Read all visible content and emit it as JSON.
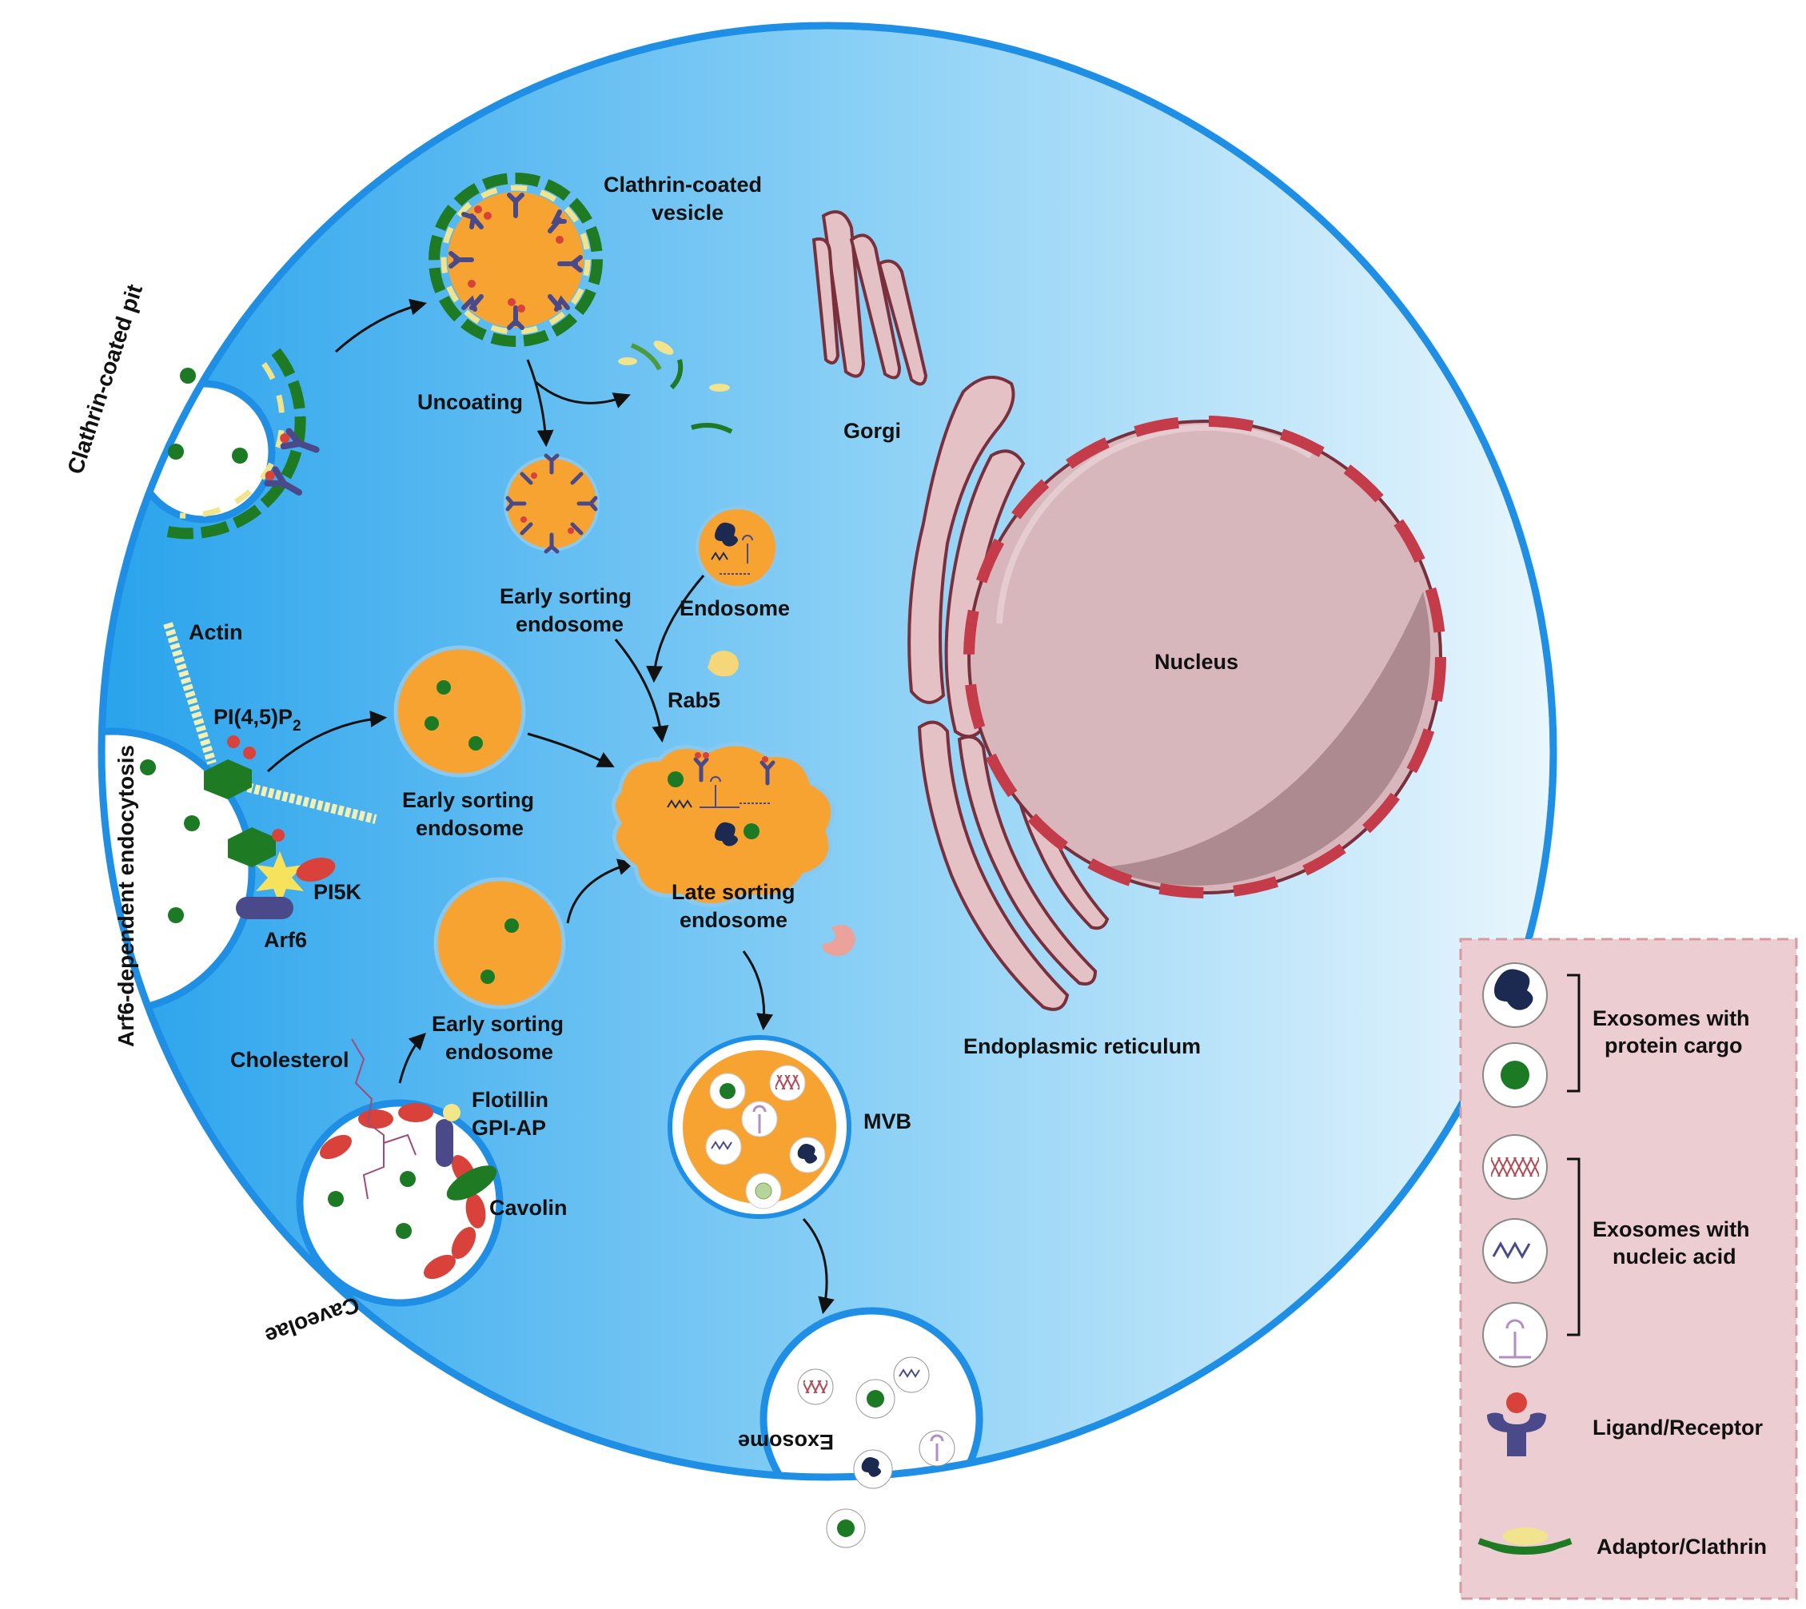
{
  "labels": {
    "clathrin_coated_pit": "Clathrin-coated pit",
    "clathrin_coated_vesicle_line1": "Clathrin-coated",
    "clathrin_coated_vesicle_line2": "vesicle",
    "uncoating": "Uncoating",
    "gorgi": "Gorgi",
    "early_sorting_endosome_line1": "Early sorting",
    "early_sorting_endosome_line2": "endosome",
    "endosome": "Endosome",
    "rab5": "Rab5",
    "actin": "Actin",
    "pi45p2": "PI(4,5)P",
    "pi45p2_sub": "2",
    "pi5k": "PI5K",
    "arf6": "Arf6",
    "arf6_dependent_endocytosis": "Arf6-dependent endocytosis",
    "late_sorting_endosome_line1": "Late sorting",
    "late_sorting_endosome_line2": "endosome",
    "nucleus": "Nucleus",
    "cholesterol": "Cholesterol",
    "flotillin": "Flotillin",
    "gpi_ap": "GPI-AP",
    "cavolin": "Cavolin",
    "caveolae": "Caveolae",
    "mvb": "MVB",
    "endoplasmic_reticulum": "Endoplasmic reticulum",
    "exosome": "Exosome"
  },
  "legend": {
    "protein_cargo_line1": "Exosomes with",
    "protein_cargo_line2": "protein cargo",
    "nucleic_acid_line1": "Exosomes with",
    "nucleic_acid_line2": "nucleic acid",
    "ligand_receptor": "Ligand/Receptor",
    "adaptor_clathrin": "Adaptor/Clathrin"
  },
  "colors": {
    "cell_left": "#29a3ec",
    "cell_right": "#e6f5fd",
    "membrane": "#1f8fe6",
    "vesicle_orange": "#f6a332",
    "cargo_green": "#1b7a23",
    "protein_navy": "#1c2a52",
    "nucleus_fill": "#d7b7bc",
    "nucleus_pores": "#c43b49",
    "organelle_outline": "#7a2f3c",
    "organelle_fill": "#e3c1c4",
    "clathrin_green": "#1f7a24",
    "adaptor_yellow": "#f1e48c",
    "legend_bg": "#eccdd1",
    "legend_border": "#d79aa2"
  }
}
